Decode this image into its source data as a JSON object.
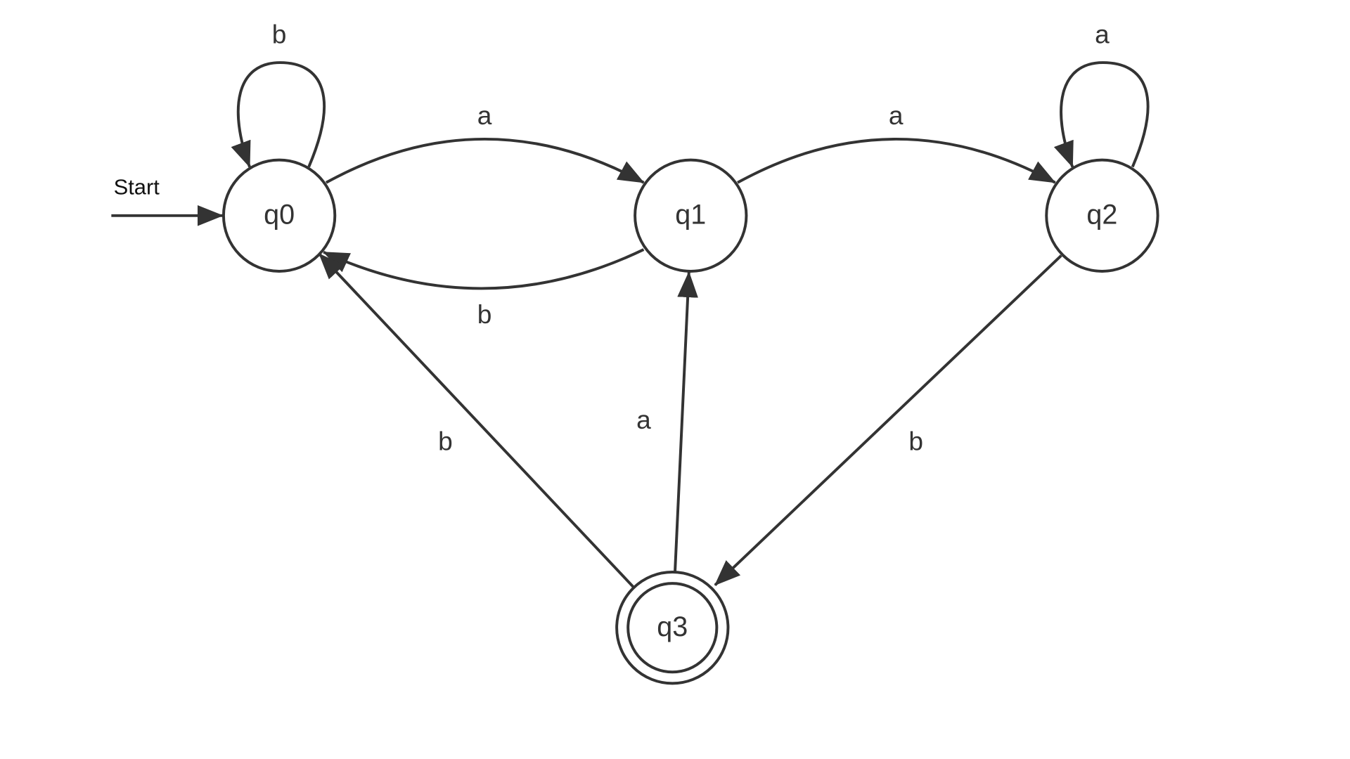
{
  "diagram": {
    "type": "finite-automaton",
    "start_label": "Start",
    "stroke_color": "#333333",
    "states": [
      {
        "id": "q0",
        "label": "q0",
        "start": true,
        "accepting": false
      },
      {
        "id": "q1",
        "label": "q1",
        "start": false,
        "accepting": false
      },
      {
        "id": "q2",
        "label": "q2",
        "start": false,
        "accepting": false
      },
      {
        "id": "q3",
        "label": "q3",
        "start": false,
        "accepting": true
      }
    ],
    "transitions": [
      {
        "from": "q0",
        "to": "q0",
        "label": "b"
      },
      {
        "from": "q0",
        "to": "q1",
        "label": "a"
      },
      {
        "from": "q1",
        "to": "q0",
        "label": "b"
      },
      {
        "from": "q1",
        "to": "q2",
        "label": "a"
      },
      {
        "from": "q2",
        "to": "q2",
        "label": "a"
      },
      {
        "from": "q2",
        "to": "q3",
        "label": "b"
      },
      {
        "from": "q3",
        "to": "q1",
        "label": "a"
      },
      {
        "from": "q3",
        "to": "q0",
        "label": "b"
      }
    ]
  }
}
